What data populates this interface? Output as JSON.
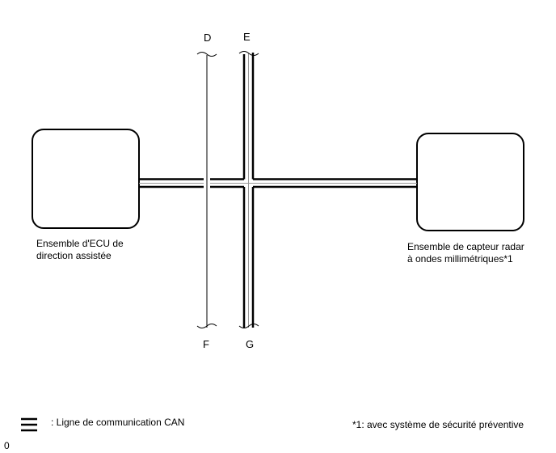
{
  "labels": {
    "d": "D",
    "e": "E",
    "f": "F",
    "g": "G"
  },
  "components": {
    "left": {
      "line1": "Ensemble d'ECU de",
      "line2": "direction assistée"
    },
    "right": {
      "line1": "Ensemble de capteur radar",
      "line2": "à ondes millimétriques*1"
    }
  },
  "legend": {
    "icon": "can-line-icon",
    "text": ": Ligne de communication CAN"
  },
  "footnote": "*1: avec système de sécurité préventive",
  "corner_mark": "0",
  "colors": {
    "line": "#000000",
    "center": "#888888"
  }
}
